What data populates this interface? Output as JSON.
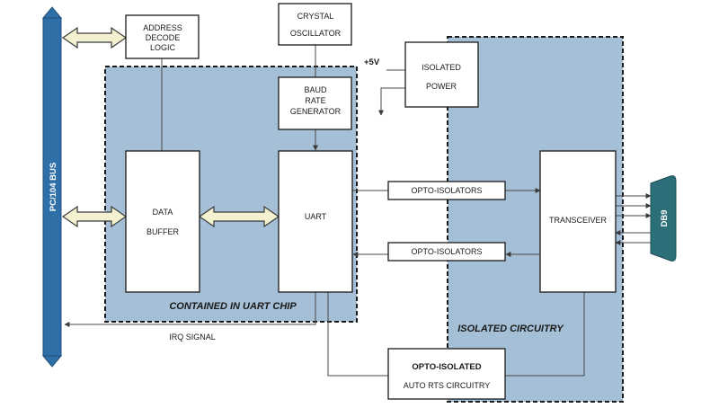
{
  "bus": {
    "label": "PC/104 BUS"
  },
  "regions": {
    "uart_chip": "CONTAINED IN UART CHIP",
    "isolated": "ISOLATED CIRCUITRY"
  },
  "blocks": {
    "address_decode": [
      "ADDRESS",
      "DECODE",
      "LOGIC"
    ],
    "crystal": [
      "CRYSTAL",
      "OSCILLATOR"
    ],
    "baud": [
      "BAUD",
      "RATE",
      "GENERATOR"
    ],
    "isolated_power": [
      "ISOLATED",
      "POWER"
    ],
    "data_buffer": [
      "DATA",
      "BUFFER"
    ],
    "uart": "UART",
    "opto_tx": "OPTO-ISOLATORS",
    "opto_rx": "OPTO-ISOLATORS",
    "transceiver": "TRANSCEIVER",
    "auto_rts": [
      "OPTO-ISOLATED",
      "AUTO RTS CIRCUITRY"
    ]
  },
  "labels": {
    "plus5v": "+5V",
    "irq": "IRQ SIGNAL",
    "db9": "DB9"
  },
  "colors": {
    "bus": "#2f6fa8",
    "region_fill": "#a4bfd6",
    "db9": "#2c6f78",
    "arrow_fill": "#f3f1cf"
  }
}
